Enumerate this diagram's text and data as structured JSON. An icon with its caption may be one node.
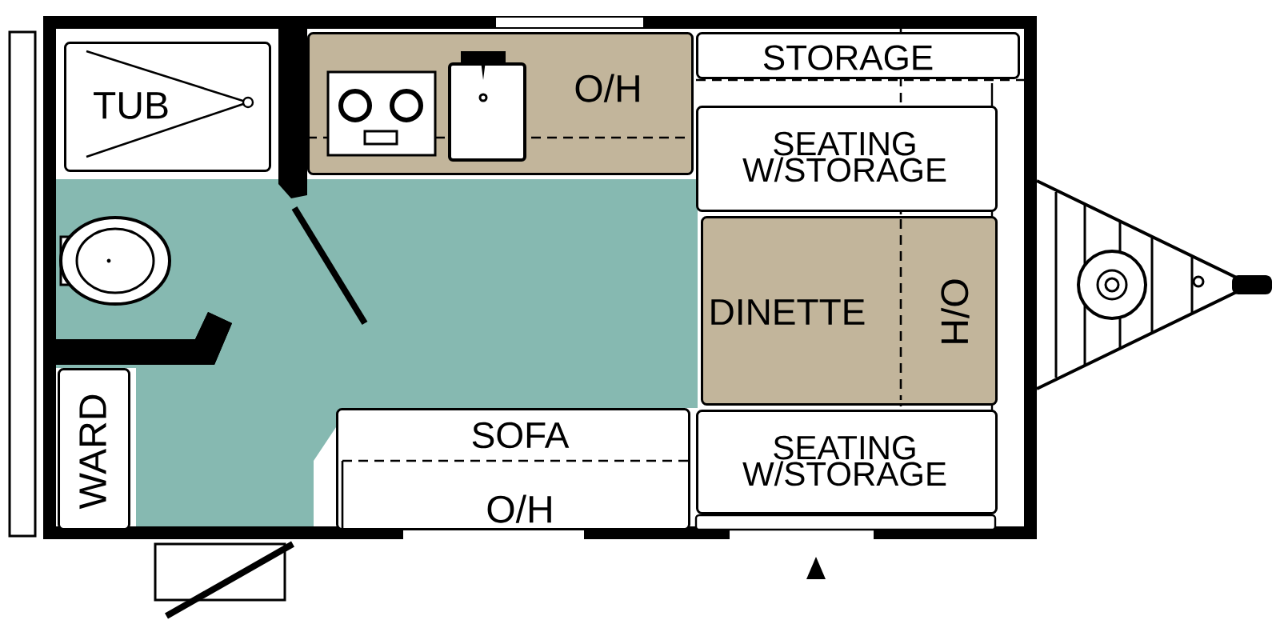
{
  "diagram": {
    "nodes": [
      {
        "text": [
          "TUB"
        ]
      },
      {
        "text": [
          "O/H"
        ]
      },
      {
        "text": [
          "STORAGE"
        ]
      },
      {
        "text": [
          "SEATING W/STORAGE"
        ]
      },
      {
        "text": [
          "DINETTE",
          "O/H"
        ]
      },
      {
        "text": [
          "SEATING W/STORAGE"
        ]
      },
      {
        "text": [
          "SOFA",
          "O/H"
        ]
      },
      {
        "text": [
          "WARD"
        ]
      }
    ]
  }
}
